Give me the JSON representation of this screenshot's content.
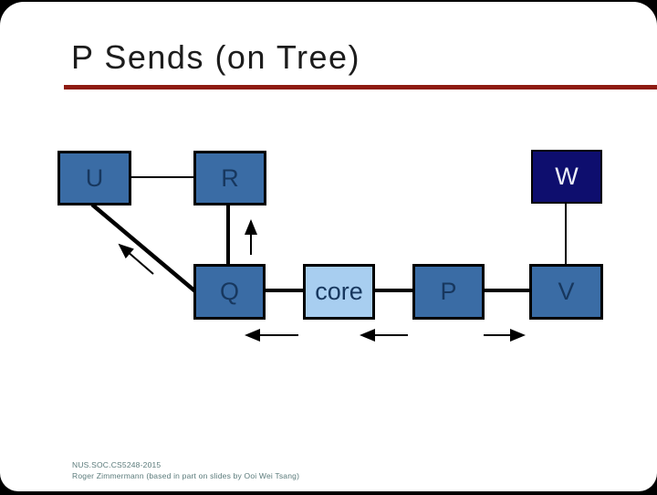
{
  "slide": {
    "title": "P Sends (on Tree)",
    "footer_line1": "NUS.SOC.CS5248-2015",
    "footer_line2": "Roger Zimmermann (based in part on slides by Ooi Wei Tsang)"
  },
  "colors": {
    "title_text": "#1c1c1c",
    "accent_rule": "#8e1b11",
    "node_fill": "#3a6ca5",
    "node_dark_fill": "#0e0e6e",
    "core_fill": "#a8cef0",
    "node_text": "#17375e",
    "node_dark_text": "#eef0fa",
    "edge_stroke": "#000000",
    "footer_text": "#5b7b7b"
  },
  "diagram": {
    "nodes": [
      {
        "id": "U",
        "label": "U",
        "variant": "normal"
      },
      {
        "id": "R",
        "label": "R",
        "variant": "normal"
      },
      {
        "id": "W",
        "label": "W",
        "variant": "dark"
      },
      {
        "id": "Q",
        "label": "Q",
        "variant": "normal"
      },
      {
        "id": "core",
        "label": "core",
        "variant": "light"
      },
      {
        "id": "P",
        "label": "P",
        "variant": "normal"
      },
      {
        "id": "V",
        "label": "V",
        "variant": "normal"
      }
    ],
    "tree_edges": [
      "U-R",
      "U-Q",
      "R-Q",
      "Q-core",
      "core-P",
      "P-V",
      "W-V"
    ],
    "send_arrows": [
      "Q→U",
      "Q→R",
      "core→Q",
      "P→core",
      "P→V"
    ]
  }
}
